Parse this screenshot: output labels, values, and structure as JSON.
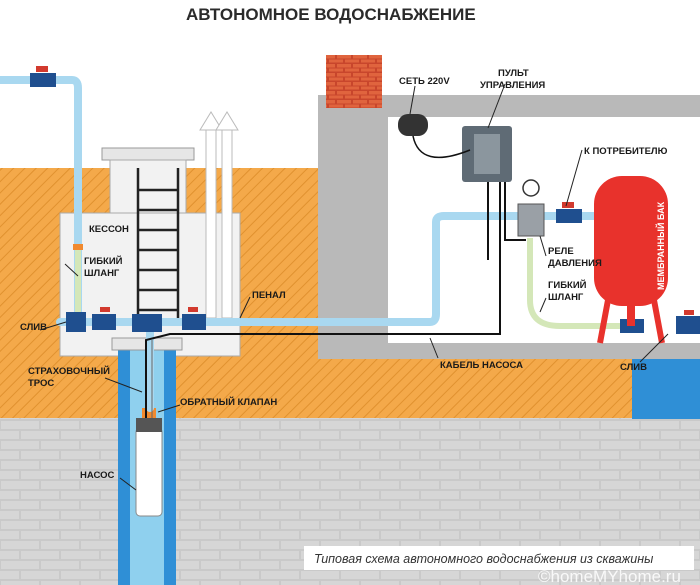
{
  "title": "АВТОНОМНОЕ ВОДОСНАБЖЕНИЕ",
  "caption": "Типовая схема автономного водоснабжения из скважины",
  "watermark": "©homeMYhome.ru",
  "labels": {
    "caisson": "КЕССОН",
    "flex_hose_left_1": "ГИБКИЙ",
    "flex_hose_left_2": "ШЛАНГ",
    "drain_left": "СЛИВ",
    "penal": "ПЕНАЛ",
    "safety_rope_1": "СТРАХОВОЧНЫЙ",
    "safety_rope_2": "ТРОС",
    "check_valve": "ОБРАТНЫЙ КЛАПАН",
    "pump": "НАСОС",
    "power": "СЕТЬ 220V",
    "control_1": "ПУЛЬТ",
    "control_2": "УПРАВЛЕНИЯ",
    "to_consumer": "К ПОТРЕБИТЕЛЮ",
    "pressure_relay_1": "РЕЛЕ",
    "pressure_relay_2": "ДАВЛЕНИЯ",
    "flex_hose_right_1": "ГИБКИЙ",
    "flex_hose_right_2": "ШЛАНГ",
    "membrane_tank": "МЕМБРАННЫЙ БАК",
    "pump_cable": "КАБЕЛЬ НАСОСА",
    "drain_right": "СЛИВ"
  },
  "colors": {
    "soil": "#f4a94a",
    "brick": "#d0d0d0",
    "pipe": "#a9d8f0",
    "water": "#2f8fd6",
    "valve": "#1f4f8f",
    "tank": "#e8322c",
    "house_wall": "#b9b9b9"
  }
}
